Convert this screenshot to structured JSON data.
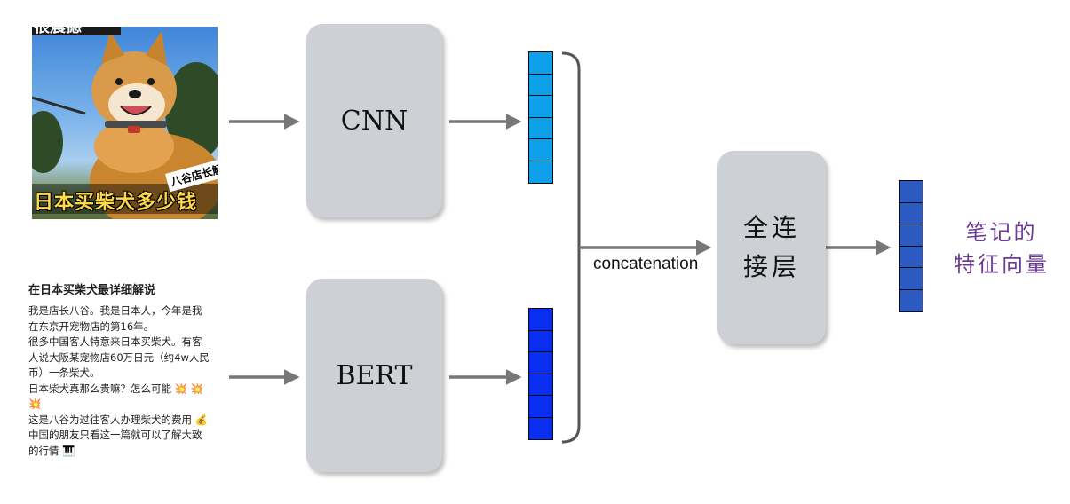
{
  "photo": {
    "top_badge": "很震撼",
    "main_caption": "日本买柴犬多少钱",
    "tag_caption": "八谷店长解说"
  },
  "post": {
    "title": "在日本买柴犬最详细解说",
    "lines": [
      "我是店长八谷。我是日本人，今年是我",
      "在东京开宠物店的第16年。",
      "很多中国客人特意来日本买柴犬。有客",
      "人说大阪某宠物店60万日元（约4w人民",
      "币）一条柴犬。",
      "日本柴犬真那么贵嘛？怎么可能 💥 💥",
      "💥",
      "这是八谷为过往客人办理柴犬的费用 💰",
      "中国的朋友只看这一篇就可以了解大致",
      "的行情 🎹"
    ]
  },
  "diagram": {
    "cnn_label": "CNN",
    "bert_label": "BERT",
    "concat_label": "concatenation",
    "fc_label_line1": "全连",
    "fc_label_line2": "接层",
    "output_line1": "笔记的",
    "output_line2": "特征向量"
  },
  "vectors": {
    "cnn": {
      "cells": 6,
      "color": "#0fa0ec"
    },
    "bert": {
      "cells": 6,
      "color": "#0a2ef0"
    },
    "output": {
      "cells": 6,
      "color": "#2d5ac0"
    }
  },
  "colors": {
    "box": "#cdd0d5",
    "arrow": "#777777",
    "output_text": "#6c3a93"
  }
}
